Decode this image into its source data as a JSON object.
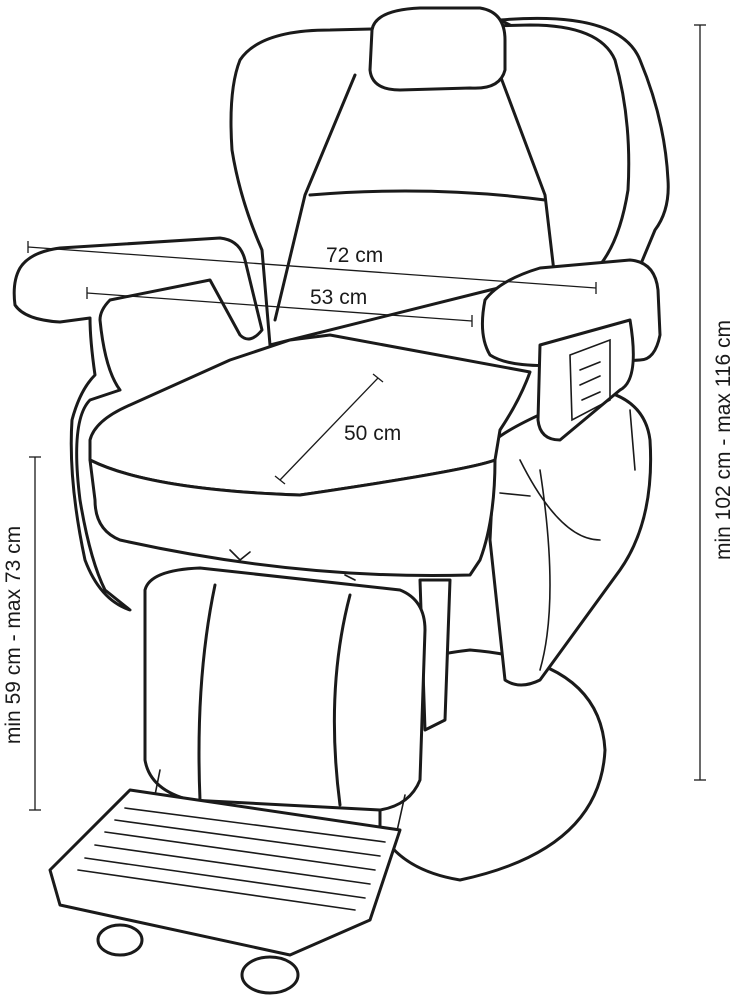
{
  "diagram": {
    "subject": "barber-chair",
    "dimensions": {
      "overall_width": "72 cm",
      "seat_width": "53 cm",
      "seat_depth": "50 cm",
      "seat_height": "min 59 cm - max 73 cm",
      "overall_height": "min 102 cm - max 116 cm"
    }
  }
}
